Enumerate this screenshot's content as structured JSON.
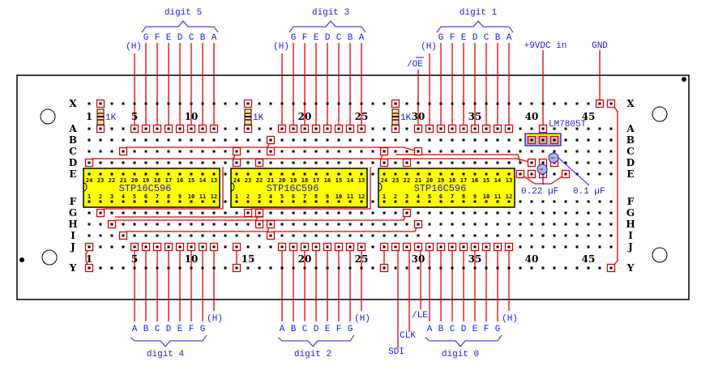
{
  "board": {
    "row_labels": [
      "X",
      "A",
      "B",
      "C",
      "D",
      "E",
      "F",
      "G",
      "H",
      "I",
      "J",
      "Y"
    ],
    "column_count": 47,
    "column_number_labels": [
      "1",
      "5",
      "10",
      "15",
      "20",
      "25",
      "30",
      "35",
      "40",
      "45"
    ],
    "colors": {
      "wire": "#e00000",
      "label": "#1a1adf",
      "chip_fill": "#ffff00",
      "regulator_fill": "#c0c0c0",
      "capacitor_fill": "#b8b8c8"
    }
  },
  "chips": [
    {
      "name": "STP16C596",
      "top_pins": [
        "24",
        "23",
        "22",
        "21",
        "20",
        "19",
        "18",
        "17",
        "16",
        "15",
        "14",
        "13"
      ],
      "bottom_pins": [
        "1",
        "2",
        "3",
        "4",
        "5",
        "6",
        "7",
        "8",
        "9",
        "10",
        "11",
        "12"
      ]
    },
    {
      "name": "STP16C596",
      "top_pins": [
        "24",
        "23",
        "22",
        "21",
        "20",
        "19",
        "18",
        "17",
        "16",
        "15",
        "14",
        "13"
      ],
      "bottom_pins": [
        "1",
        "2",
        "3",
        "4",
        "5",
        "6",
        "7",
        "8",
        "9",
        "10",
        "11",
        "12"
      ]
    },
    {
      "name": "STP16C596",
      "top_pins": [
        "24",
        "23",
        "22",
        "21",
        "20",
        "19",
        "18",
        "17",
        "16",
        "15",
        "14",
        "13"
      ],
      "bottom_pins": [
        "1",
        "2",
        "3",
        "4",
        "5",
        "6",
        "7",
        "8",
        "9",
        "10",
        "11",
        "12"
      ]
    }
  ],
  "resistors": [
    {
      "label": "1K"
    },
    {
      "label": "1K"
    },
    {
      "label": "1K"
    }
  ],
  "regulator": {
    "label": "LM7805T"
  },
  "capacitors": [
    {
      "label": "0.22 µF"
    },
    {
      "label": "0.1 µF"
    }
  ],
  "top_groups": [
    {
      "title": "digit 5",
      "segments": [
        "G",
        "F",
        "E",
        "D",
        "C",
        "B",
        "A"
      ],
      "dp": "(H)"
    },
    {
      "title": "digit 3",
      "segments": [
        "G",
        "F",
        "E",
        "D",
        "C",
        "B",
        "A"
      ],
      "dp": "(H)"
    },
    {
      "title": "digit 1",
      "segments": [
        "G",
        "F",
        "E",
        "D",
        "C",
        "B",
        "A"
      ],
      "dp": "(H)"
    }
  ],
  "bottom_groups": [
    {
      "title": "digit 4",
      "segments": [
        "A",
        "B",
        "C",
        "D",
        "E",
        "F",
        "G"
      ],
      "dp": "(H)"
    },
    {
      "title": "digit 2",
      "segments": [
        "A",
        "B",
        "C",
        "D",
        "E",
        "F",
        "G"
      ],
      "dp": "(H)"
    },
    {
      "title": "digit 0",
      "segments": [
        "A",
        "B",
        "C",
        "D",
        "E",
        "F",
        "G"
      ],
      "dp": "(H)"
    }
  ],
  "signals": {
    "oe": "/OE",
    "power_in": "+9VDC in",
    "ground": "GND",
    "sdi": "SDI",
    "clk": "CLK",
    "le": "/LE"
  }
}
